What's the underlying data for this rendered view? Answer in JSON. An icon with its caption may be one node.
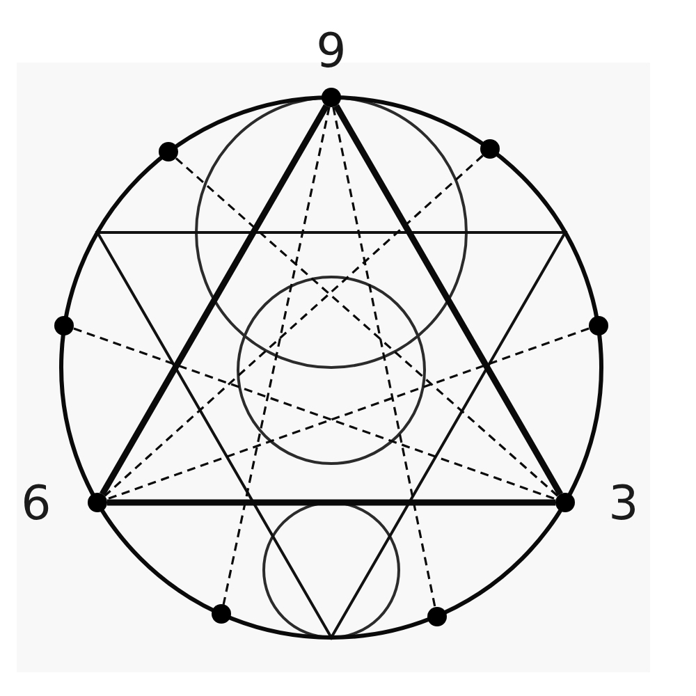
{
  "diagram": {
    "nodes": [
      {
        "text": [],
        "shape": "circle",
        "beside": [
          "9"
        ]
      },
      {
        "text": [],
        "shape": "circle"
      },
      {
        "text": [],
        "shape": "circle"
      },
      {
        "text": [],
        "shape": "circle"
      },
      {
        "text": [],
        "shape": "circle"
      },
      {
        "text": [],
        "shape": "circle",
        "beside": [
          "6"
        ]
      },
      {
        "text": [],
        "shape": "circle",
        "beside": [
          "3"
        ]
      },
      {
        "text": [],
        "shape": "circle"
      },
      {
        "text": [],
        "shape": "circle"
      }
    ],
    "edges": [
      {
        "from": 0,
        "to": 5,
        "arrow": "none",
        "style": "thick"
      },
      {
        "from": 5,
        "to": 6,
        "arrow": "none",
        "style": "thick"
      },
      {
        "from": 6,
        "to": 0,
        "arrow": "none",
        "style": "thick"
      },
      {
        "from": 0,
        "to": 7,
        "arrow": "none",
        "style": "dashed"
      },
      {
        "from": 0,
        "to": 8,
        "arrow": "none",
        "style": "dashed"
      },
      {
        "from": 1,
        "to": 6,
        "arrow": "none",
        "style": "dashed"
      },
      {
        "from": 3,
        "to": 6,
        "arrow": "none",
        "style": "dashed"
      },
      {
        "from": 2,
        "to": 5,
        "arrow": "none",
        "style": "dashed"
      },
      {
        "from": 4,
        "to": 5,
        "arrow": "none",
        "style": "dashed"
      }
    ]
  }
}
